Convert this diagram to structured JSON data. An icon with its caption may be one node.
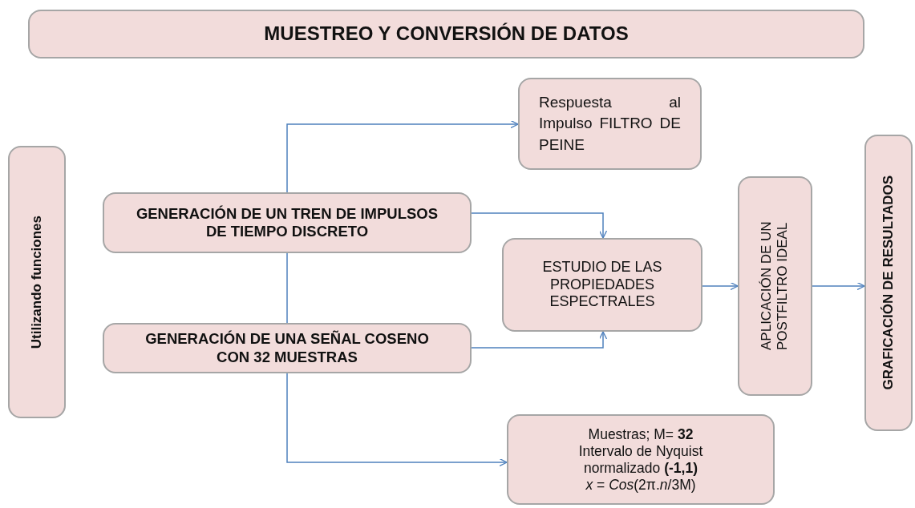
{
  "diagram": {
    "nodes": [
      {
        "text": [
          "MUESTREO Y CONVERSIÓN DE DATOS"
        ]
      },
      {
        "text": [
          "Utilizando funciones"
        ]
      },
      {
        "text": [
          "Respuesta al Impulso FILTRO DE PEINE"
        ]
      },
      {
        "text": [
          "GENERACIÓN DE UN TREN DE IMPULSOS DE TIEMPO DISCRETO"
        ]
      },
      {
        "text": [
          "ESTUDIO DE LAS PROPIEDADES ESPECTRALES"
        ]
      },
      {
        "text": [
          "GENERACIÓN DE UNA SEÑAL COSENO CON 32 MUESTRAS"
        ]
      },
      {
        "text": [
          "APLICACIÓN DE UN POSTFILTRO IDEAL"
        ]
      },
      {
        "text": [
          "GRAFICACIÓN DE RESULTADOS"
        ]
      },
      {
        "text": [
          "Muestras; M= **32**",
          "Intervalo de Nyquist normalizado **(-1,1)**",
          "*x* = *Cos*(2π.*n*/3M)"
        ]
      }
    ],
    "edges": [
      {
        "from": 3,
        "to": 2,
        "arrow": "to"
      },
      {
        "from": 3,
        "to": 4,
        "arrow": "to"
      },
      {
        "from": 5,
        "to": 4,
        "arrow": "to"
      },
      {
        "from": 3,
        "to": 5,
        "arrow": "none"
      },
      {
        "from": 5,
        "to": 8,
        "arrow": "to"
      },
      {
        "from": 4,
        "to": 6,
        "arrow": "to"
      },
      {
        "from": 6,
        "to": 7,
        "arrow": "to"
      }
    ]
  }
}
